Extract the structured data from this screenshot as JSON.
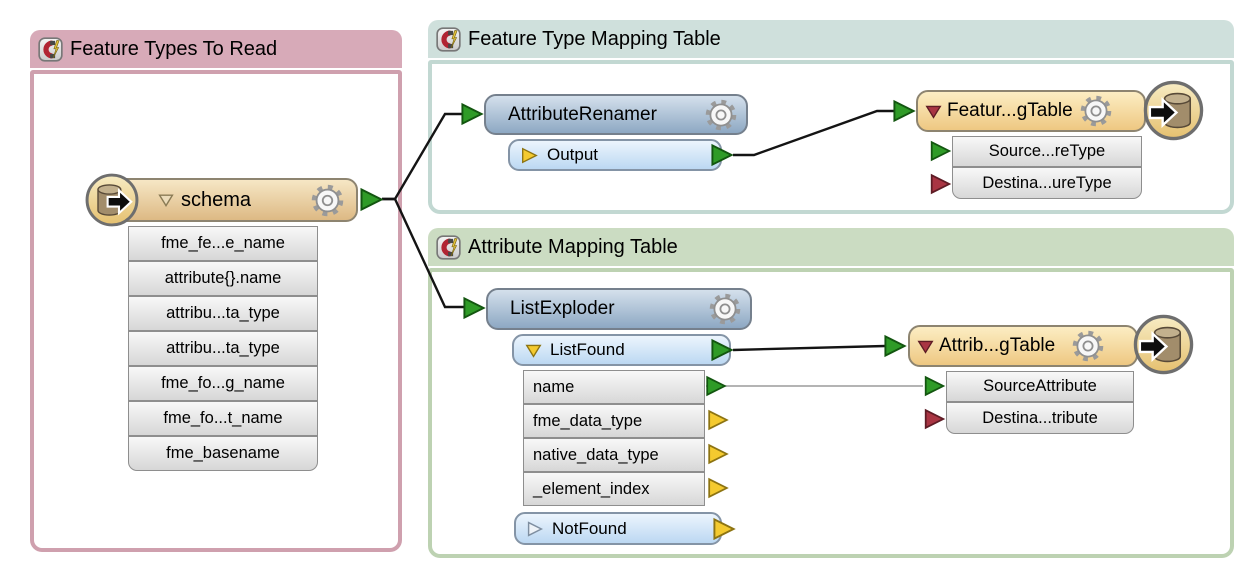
{
  "bookmarks": [
    {
      "title": "Feature Types To Read"
    },
    {
      "title": "Feature Type Mapping Table"
    },
    {
      "title": "Attribute Mapping Table"
    }
  ],
  "nodes": {
    "schema": {
      "label": "schema",
      "attributes": [
        "fme_fe...e_name",
        "attribute{}.name",
        "attribu...ta_type",
        "attribu...ta_type",
        "fme_fo...g_name",
        "fme_fo...t_name",
        "fme_basename"
      ]
    },
    "attribute_renamer": {
      "label": "AttributeRenamer",
      "output_port": "Output"
    },
    "feature_type_mapping_table": {
      "label": "Featur...gTable",
      "source_port": "Source...reType",
      "destination_port": "Destina...ureType"
    },
    "list_exploder": {
      "label": "ListExploder",
      "list_found_port": "ListFound",
      "attributes": [
        "name",
        "fme_data_type",
        "native_data_type",
        "_element_index"
      ],
      "not_found_port": "NotFound"
    },
    "attribute_mapping_table": {
      "label": "Attrib...gTable",
      "source_port": "SourceAttribute",
      "destination_port": "Destina...tribute"
    }
  },
  "colors": {
    "bookmark_pink": "#d7aab8",
    "bookmark_teal": "#cfe0dc",
    "bookmark_green": "#cbdcc2",
    "port_green": "#2f9b27",
    "port_yellow": "#f4ca2f",
    "port_red": "#a93543",
    "node_tan": "#ddb984",
    "node_blue": "#8da8c3"
  }
}
